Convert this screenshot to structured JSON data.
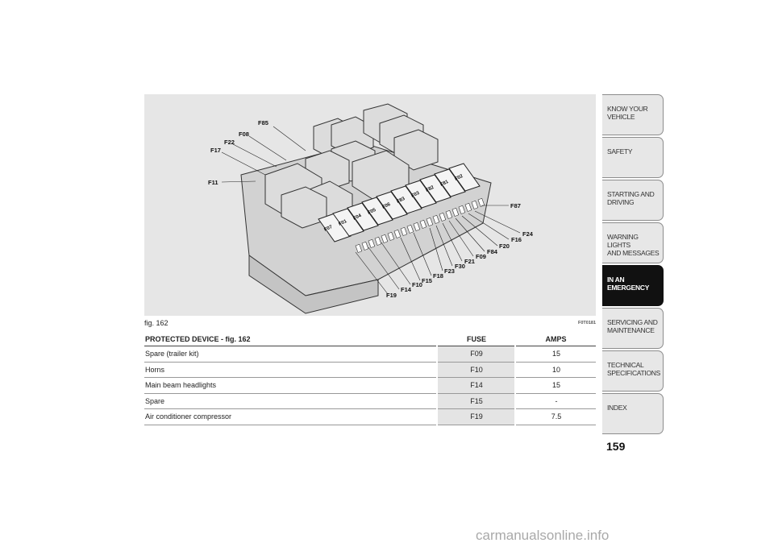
{
  "figure": {
    "caption": "fig. 162",
    "code": "F0T0181",
    "callouts": [
      "F85",
      "F08",
      "F22",
      "F17",
      "F11",
      "F87",
      "F24",
      "F16",
      "F20",
      "F84",
      "F09",
      "F21",
      "F30",
      "F23",
      "F18",
      "F15",
      "F10",
      "F14",
      "F19"
    ],
    "fuse_labels": [
      "F07",
      "F01",
      "F04",
      "F05",
      "F06",
      "F83",
      "F03",
      "F82",
      "F81",
      "F02"
    ]
  },
  "table": {
    "headers": {
      "device": "PROTECTED DEVICE - fig. 162",
      "fuse": "FUSE",
      "amps": "AMPS"
    },
    "rows": [
      {
        "device": "Spare (trailer kit)",
        "fuse": "F09",
        "amps": "15"
      },
      {
        "device": "Horns",
        "fuse": "F10",
        "amps": "10"
      },
      {
        "device": "Main beam headlights",
        "fuse": "F14",
        "amps": "15"
      },
      {
        "device": "Spare",
        "fuse": "F15",
        "amps": "-"
      },
      {
        "device": "Air conditioner compressor",
        "fuse": "F19",
        "amps": "7.5"
      }
    ]
  },
  "side_tabs": [
    {
      "label": "KNOW YOUR\nVEHICLE",
      "active": false
    },
    {
      "label": "SAFETY",
      "active": false
    },
    {
      "label": "STARTING AND\nDRIVING",
      "active": false
    },
    {
      "label": "WARNING LIGHTS\nAND MESSAGES",
      "active": false
    },
    {
      "label": "IN AN\nEMERGENCY",
      "active": true
    },
    {
      "label": "SERVICING AND\nMAINTENANCE",
      "active": false
    },
    {
      "label": "TECHNICAL\nSPECIFICATIONS",
      "active": false
    },
    {
      "label": "INDEX",
      "active": false
    }
  ],
  "page_number": "159",
  "watermark": "carmanualsonline.info"
}
